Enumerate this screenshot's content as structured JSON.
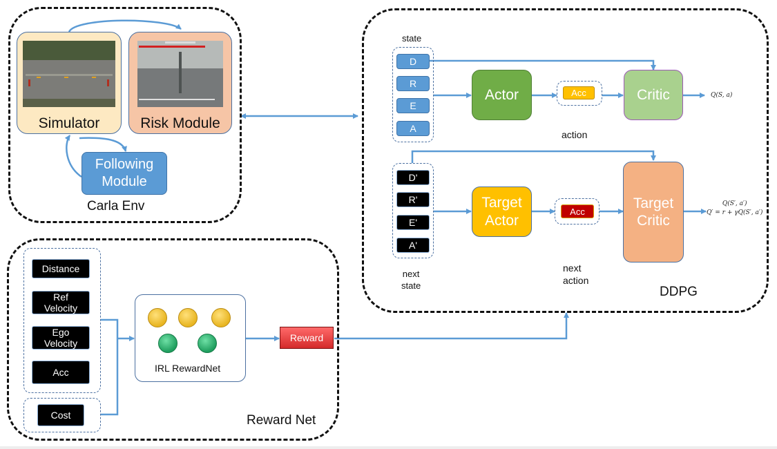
{
  "carla_env": {
    "label": "Carla Env",
    "simulator": {
      "label": "Simulator",
      "screenshot": "road-simulation-image"
    },
    "risk_module": {
      "label": "Risk Module",
      "screenshot": "rainy-road-camera-image"
    },
    "following_module": {
      "line1": "Following",
      "line2": "Module"
    }
  },
  "ddpg": {
    "label": "DDPG",
    "state_label": "state",
    "state": [
      "D",
      "R",
      "E",
      "A"
    ],
    "actor": "Actor",
    "action_value": "Acc",
    "action_label": "action",
    "critic": "Critic",
    "q_output": "Q(S, a)",
    "next_state_label_1": "next",
    "next_state_label_2": "state",
    "next_state": [
      "D'",
      "R'",
      "E'",
      "A'"
    ],
    "target_actor_1": "Target",
    "target_actor_2": "Actor",
    "next_action_value": "Acc",
    "next_action_label_1": "next",
    "next_action_label_2": "action",
    "target_critic_1": "Target",
    "target_critic_2": "Critic",
    "target_q_line1": "Q(S′, a′)",
    "target_q_line2": "Q′ = r + γQ(S′, a′)"
  },
  "reward_net": {
    "label": "Reward Net",
    "features": [
      {
        "line1": "Distance",
        "line2": ""
      },
      {
        "line1": "Ref",
        "line2": "Velocity"
      },
      {
        "line1": "Ego",
        "line2": "Velocity"
      },
      {
        "line1": "Acc",
        "line2": ""
      }
    ],
    "cost": "Cost",
    "irl_label": "IRL RewardNet",
    "reward": "Reward"
  },
  "colors": {
    "arrow": "#5b9bd5",
    "simulator_bg": "#fde9c2",
    "risk_bg": "#f6c5a6",
    "state_box": "#5b9bd5",
    "actor": "#70ad47",
    "critic": "#a9d18e",
    "action_acc": "#ffc000",
    "target_actor": "#ffc000",
    "target_critic": "#f4b183",
    "next_action_acc": "#c00000",
    "reward": "#e84b4b",
    "node_yellow": "#e8b521",
    "node_green": "#2bb673"
  }
}
